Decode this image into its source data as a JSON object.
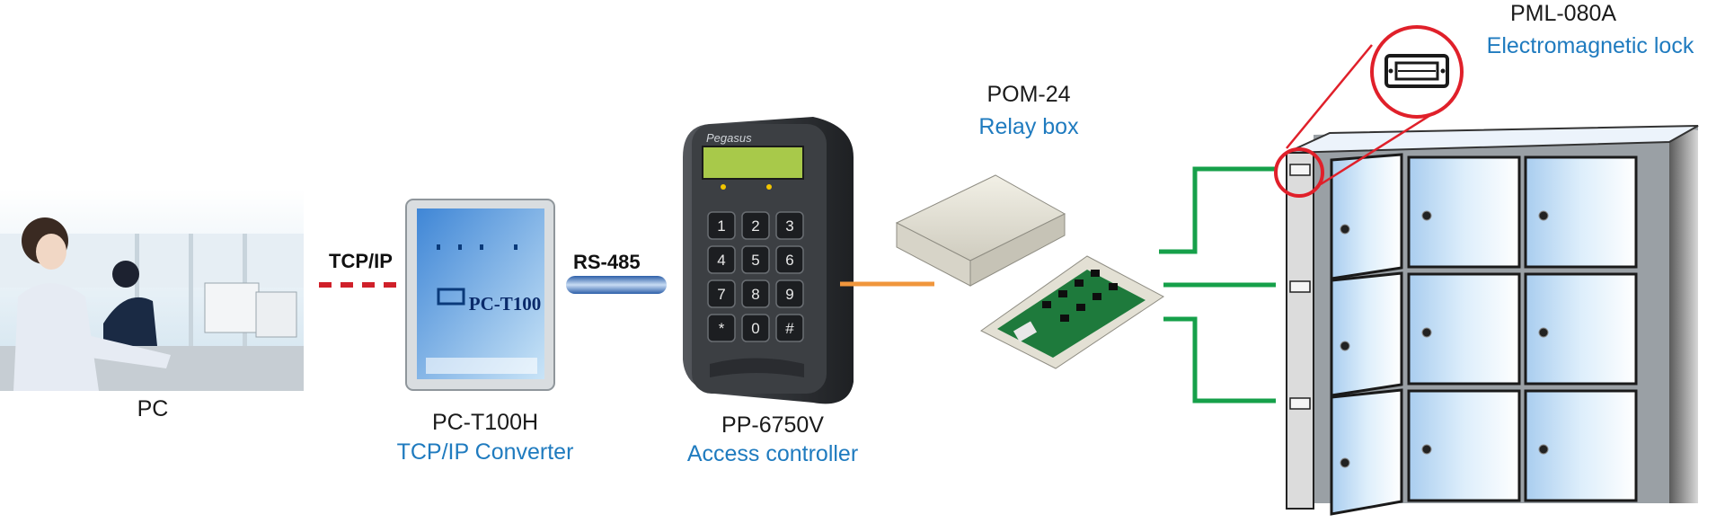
{
  "devices": {
    "pc": {
      "name": "PC"
    },
    "converter": {
      "name": "PC-T100H",
      "sub": "TCP/IP Converter",
      "face_label": "PC-T100"
    },
    "controller": {
      "name": "PP-6750V",
      "sub": "Access controller",
      "brand": "Pegasus",
      "keys": [
        "1",
        "2",
        "3",
        "4",
        "5",
        "6",
        "7",
        "8",
        "9",
        "*",
        "0",
        "#"
      ]
    },
    "relay": {
      "name": "POM-24",
      "sub": "Relay box"
    },
    "lock": {
      "name": "PML-080A",
      "sub": "Electromagnetic lock"
    }
  },
  "links": {
    "tcpip": "TCP/IP",
    "rs485": "RS-485"
  },
  "colors": {
    "tcpip_line": "#d0202a",
    "rs485_cable": "#4a78c0",
    "relay_wire": "#f0963c",
    "lock_wire": "#16a04a",
    "zoom_circle": "#e0202a",
    "label_blue": "#1f7bbf"
  }
}
